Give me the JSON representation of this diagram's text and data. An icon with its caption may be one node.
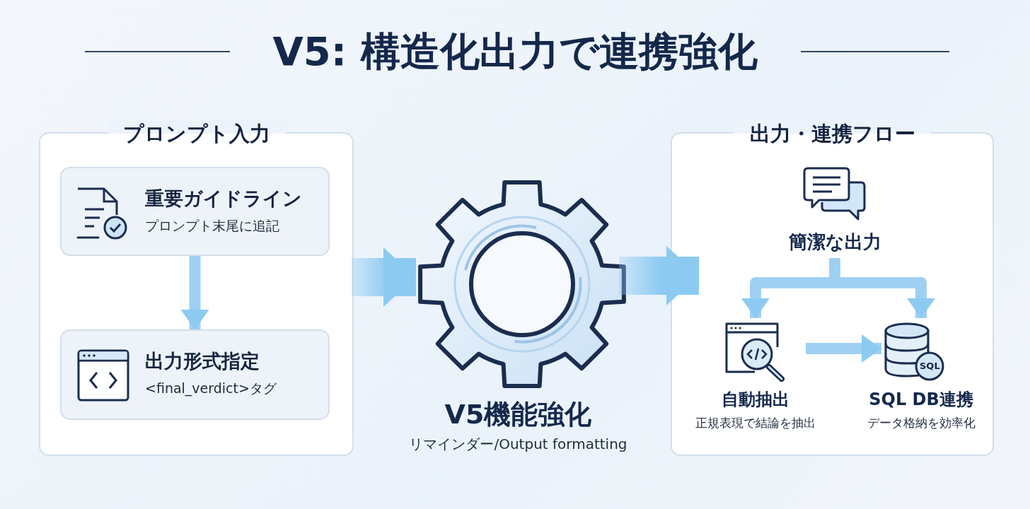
{
  "diagram": {
    "title": "V5: 構造化出力で連携強化",
    "nodes": [
      {
        "text": [
          "プロンプト入力"
        ]
      },
      {
        "text": [
          "重要ガイドライン",
          "プロンプト末尾に追記"
        ],
        "in": 0
      },
      {
        "text": [
          "出力形式指定",
          "<final_verdict>タグ"
        ],
        "in": 0
      },
      {
        "text": [
          "V5機能強化",
          "リマインダー/Output formatting"
        ]
      },
      {
        "text": [
          "出力・連携フロー"
        ]
      },
      {
        "text": [
          "簡潔な出力"
        ],
        "in": 4
      },
      {
        "text": [
          "自動抽出",
          "正規表現で結論を抽出"
        ],
        "in": 4
      },
      {
        "text": [
          "SQL DB連携",
          "データ格納を効率化"
        ],
        "in": 4
      }
    ],
    "edges": [
      {
        "from": 1,
        "to": 2,
        "arrow": "to"
      },
      {
        "from": 0,
        "to": 3,
        "arrow": "to",
        "style": "thick"
      },
      {
        "from": 3,
        "to": 4,
        "arrow": "to",
        "style": "thick"
      },
      {
        "from": 5,
        "to": 6,
        "arrow": "to"
      },
      {
        "from": 5,
        "to": 7,
        "arrow": "to"
      },
      {
        "from": 6,
        "to": 7,
        "arrow": "to"
      }
    ],
    "labels": [
      "SQL"
    ]
  }
}
